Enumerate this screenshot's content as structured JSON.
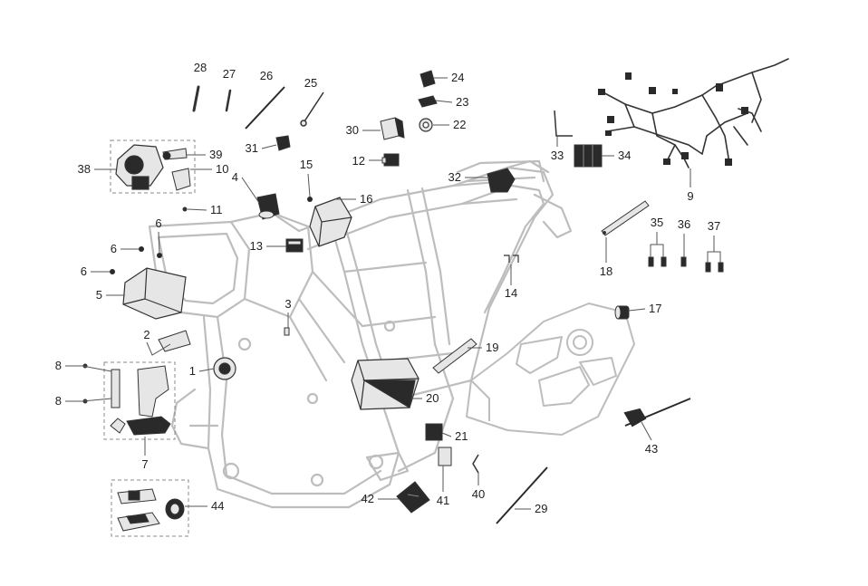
{
  "diagram": {
    "callout_numbers": [
      "1",
      "2",
      "3",
      "4",
      "5",
      "6",
      "6",
      "6",
      "7",
      "8",
      "8",
      "9",
      "10",
      "11",
      "12",
      "13",
      "14",
      "15",
      "16",
      "17",
      "18",
      "19",
      "20",
      "21",
      "22",
      "23",
      "24",
      "25",
      "26",
      "27",
      "28",
      "29",
      "30",
      "31",
      "32",
      "33",
      "34",
      "35",
      "36",
      "37",
      "38",
      "39",
      "40",
      "41",
      "42",
      "43",
      "44"
    ]
  },
  "colors": {
    "frame_stroke": "#bdbdbd",
    "part_stroke": "#333333",
    "part_fill": "#e6e6e6",
    "dark_part": "#2a2a2a",
    "leader_line": "#555555",
    "label_text": "#222222",
    "group_box": "#888888"
  }
}
